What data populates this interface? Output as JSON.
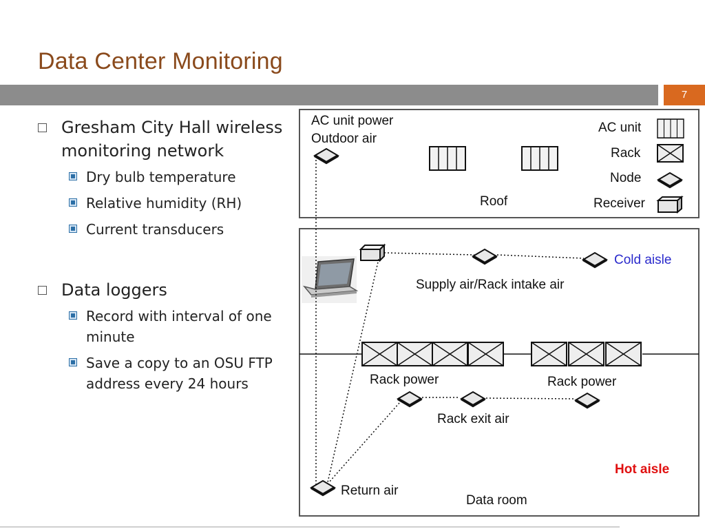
{
  "slide": {
    "title": "Data Center Monitoring",
    "page_number": "7"
  },
  "bullets": [
    {
      "text": "Gresham City Hall wireless monitoring network",
      "sub": [
        "Dry bulb temperature",
        "Relative humidity (RH)",
        "Current transducers"
      ]
    },
    {
      "text": "Data loggers",
      "sub": [
        "Record with interval of one minute",
        "Save a copy to an OSU FTP address every 24 hours"
      ]
    }
  ],
  "diagram": {
    "roof": {
      "label_top1": "AC unit power",
      "label_top2": "Outdoor air",
      "roof_label": "Roof"
    },
    "legend": {
      "ac_unit": "AC unit",
      "rack": "Rack",
      "node": "Node",
      "receiver": "Receiver"
    },
    "room": {
      "cold_aisle": "Cold aisle",
      "supply_air": "Supply air/Rack intake air",
      "rack_power_left": "Rack power",
      "rack_power_right": "Rack power",
      "rack_exit_air": "Rack exit air",
      "hot_aisle": "Hot aisle",
      "return_air": "Return air",
      "data_room": "Data room"
    },
    "colors": {
      "title": "#8a4a1c",
      "cold_aisle": "#2a2acc",
      "hot_aisle": "#e01010",
      "page_box": "#d9691f",
      "band": "#8c8c8c"
    }
  }
}
